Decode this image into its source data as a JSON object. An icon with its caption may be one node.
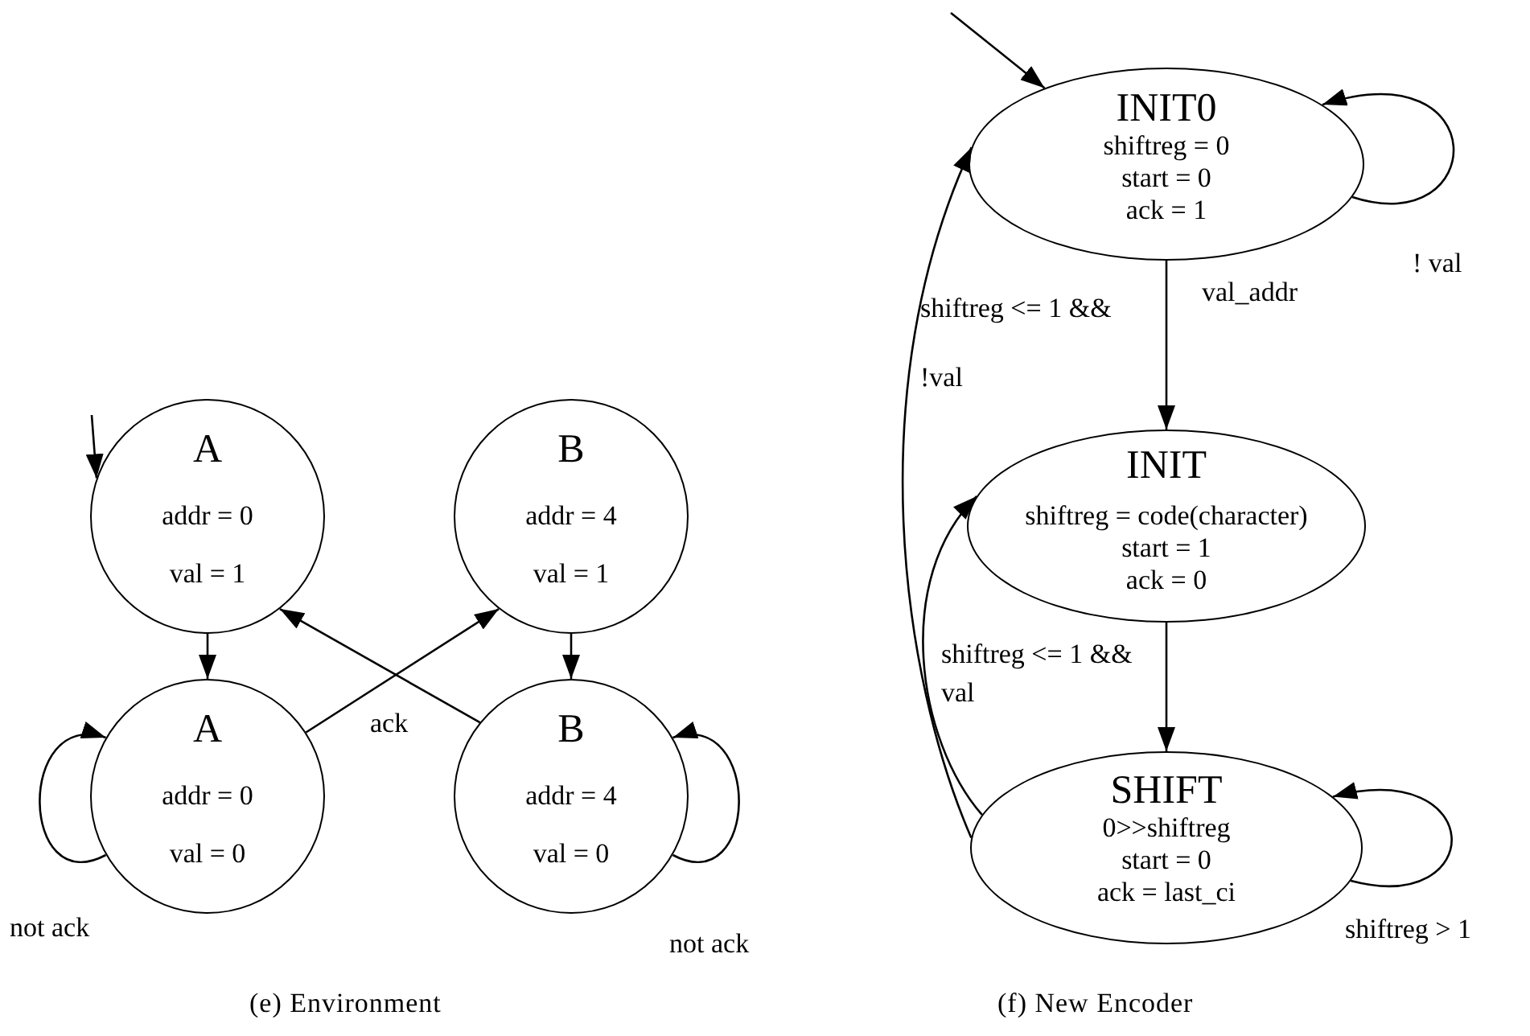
{
  "diagram": {
    "nodes": [
      {
        "text": [
          "A",
          "addr = 0",
          "val = 1"
        ]
      },
      {
        "text": [
          "B",
          "addr = 4",
          "val = 1"
        ]
      },
      {
        "text": [
          "A",
          "addr = 0",
          "val = 0"
        ]
      },
      {
        "text": [
          "B",
          "addr = 4",
          "val = 0"
        ]
      },
      {
        "text": [
          "INIT0",
          "shiftreg = 0",
          "start = 0",
          "ack = 1"
        ]
      },
      {
        "text": [
          "INIT",
          "shiftreg = code(character)",
          "start = 1",
          "ack = 0"
        ]
      },
      {
        "text": [
          "SHIFT",
          "0>>shiftreg",
          "start = 0",
          "ack = last_ci"
        ]
      }
    ],
    "edges": [
      {
        "from": null,
        "to": 0,
        "arrow": "to"
      },
      {
        "from": 0,
        "to": 2,
        "arrow": "to"
      },
      {
        "from": 2,
        "to": 1,
        "arrow": "to",
        "label": "ack"
      },
      {
        "from": 1,
        "to": 3,
        "arrow": "to"
      },
      {
        "from": 3,
        "to": 0,
        "arrow": "to"
      },
      {
        "from": 2,
        "to": 2,
        "arrow": "to",
        "label": "not ack"
      },
      {
        "from": 3,
        "to": 3,
        "arrow": "to",
        "label": "not ack"
      },
      {
        "from": null,
        "to": 4,
        "arrow": "to"
      },
      {
        "from": 4,
        "to": 4,
        "arrow": "to",
        "label": "! val"
      },
      {
        "from": 4,
        "to": 5,
        "arrow": "to",
        "label": "val_addr"
      },
      {
        "from": 5,
        "to": 6,
        "arrow": "to"
      },
      {
        "from": 6,
        "to": 4,
        "arrow": "to",
        "label": "shiftreg <= 1 && !val"
      },
      {
        "from": 6,
        "to": 5,
        "arrow": "to",
        "label": "shiftreg <= 1 && val"
      },
      {
        "from": 6,
        "to": 6,
        "arrow": "to",
        "label": "shiftreg > 1"
      }
    ],
    "labels": [
      "(e) Environment",
      "(f) New Encoder"
    ]
  }
}
